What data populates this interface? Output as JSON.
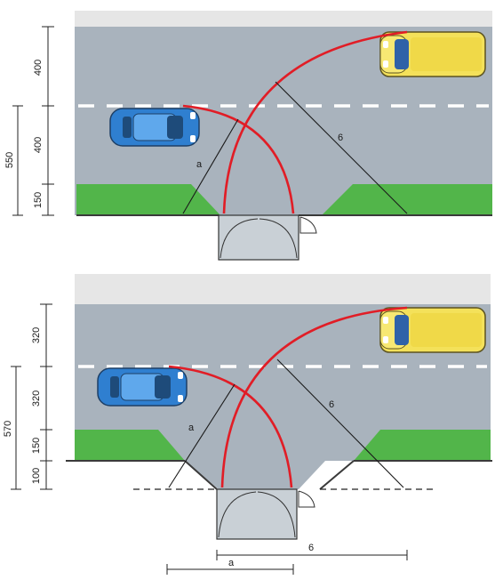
{
  "top_plan": {
    "dimensions": {
      "d400_upper": "400",
      "d400_lower": "400",
      "d150": "150",
      "d550": "550"
    },
    "radius_labels": {
      "small": "a",
      "large": "6"
    }
  },
  "bottom_plan": {
    "dimensions": {
      "d320_upper": "320",
      "d320_lower": "320",
      "d150": "150",
      "d100": "100",
      "d570": "570"
    },
    "radius_labels": {
      "small": "a",
      "large": "6"
    },
    "bottom_dimensions": {
      "a": "a",
      "b": "6"
    }
  },
  "colors": {
    "road": "#a9b3bd",
    "grass": "#52b54a",
    "turn_arc": "#e11d26",
    "car": "#2f7fd0",
    "van": "#f4e15a"
  }
}
